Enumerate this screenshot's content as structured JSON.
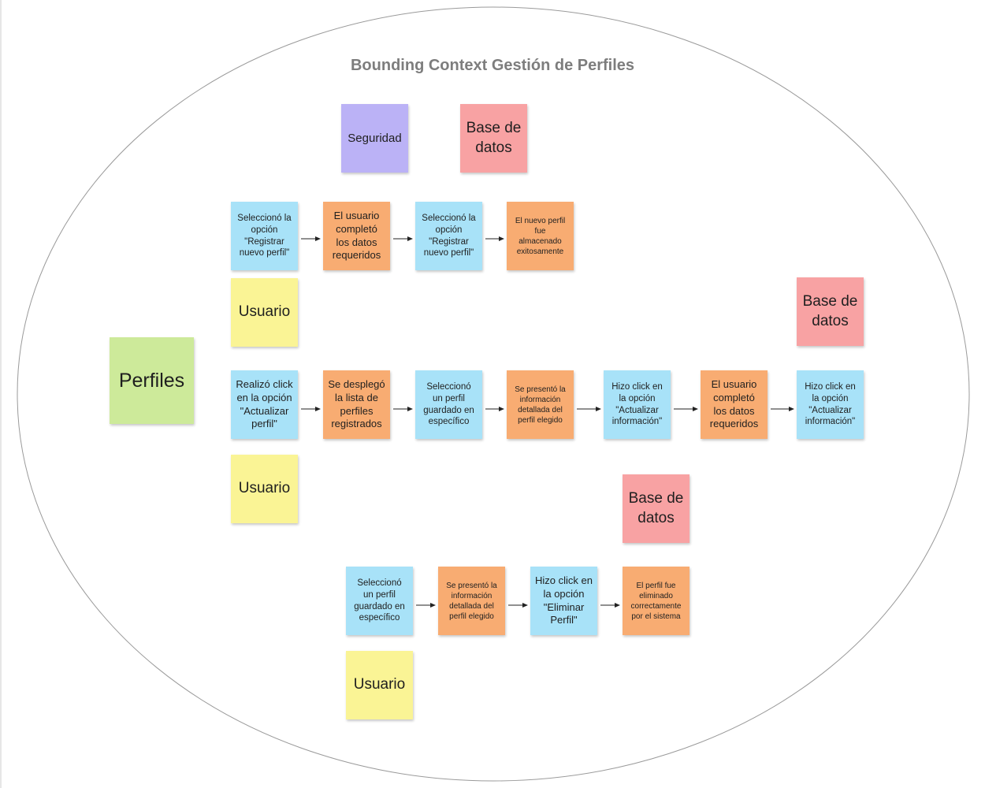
{
  "title": "Bounding Context Gestión de Perfiles",
  "colors": {
    "event_blue": "#a8e2f8",
    "event_orange": "#f8ac72",
    "actor_yellow": "#faf495",
    "system_pink": "#f8a2a3",
    "policy_purple": "#bbb2f6",
    "aggregate_green": "#cdea9a",
    "ellipse_stroke": "#9a9a9a",
    "title_gray": "#7d7d7d"
  },
  "notes": {
    "perfiles": "Perfiles",
    "seguridad": "Seguridad",
    "base_datos_top": "Base de\ndatos",
    "base_datos_right": "Base de\ndatos",
    "base_datos_bottom": "Base de\ndatos",
    "usuario_1": "Usuario",
    "usuario_2": "Usuario",
    "usuario_3": "Usuario"
  },
  "flows": {
    "registrar": [
      "Seleccionó la\nopción\n\"Registrar\nnuevo perfil\"",
      "El usuario\ncompletó\nlos datos\nrequeridos",
      "Seleccionó la\nopción\n\"Registrar\nnuevo perfil\"",
      "El nuevo perfil\nfue\nalmacenado\nexitosamente"
    ],
    "actualizar": [
      "Realizó click\nen la opción\n\"Actualizar\nperfil\"",
      "Se desplegó\nla lista de\nperfiles\nregistrados",
      "Seleccionó\nun perfil\nguardado en\nespecífico",
      "Se presentó la\ninformación\ndetallada del\nperfil elegido",
      "Hizo click en\nla opción\n\"Actualizar\ninformación\"",
      "El usuario\ncompletó\nlos datos\nrequeridos",
      "Hizo click en\nla opción\n\"Actualizar\ninformación\""
    ],
    "eliminar": [
      "Seleccionó\nun perfil\nguardado en\nespecífico",
      "Se presentó la\ninformación\ndetallada del\nperfil elegido",
      "Hizo click en\nla opción\n\"Eliminar\nPerfil\"",
      "El perfil fue\neliminado\ncorrectamente\npor el sistema"
    ]
  }
}
